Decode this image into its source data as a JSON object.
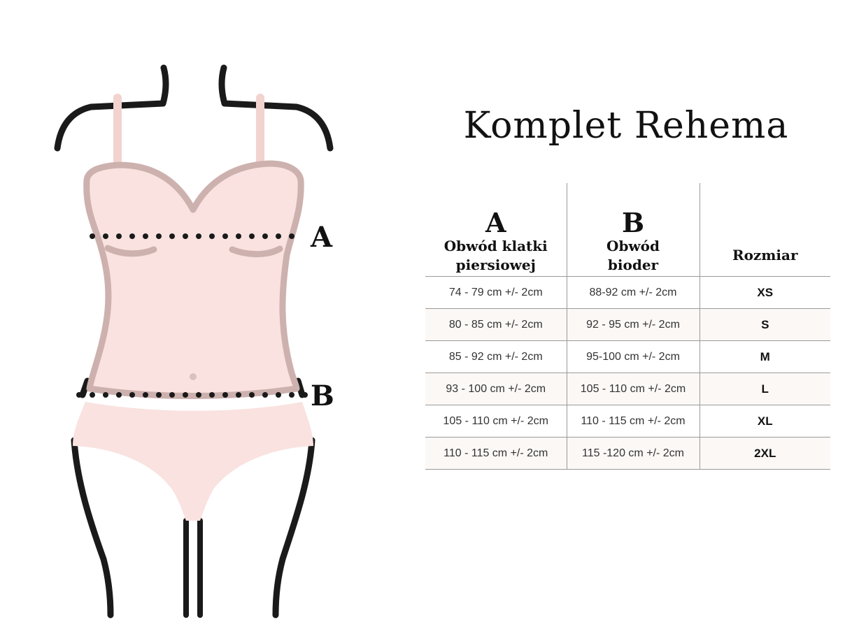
{
  "title": "Komplet Rehema",
  "figure": {
    "marker_a": "A",
    "marker_b": "B"
  },
  "table": {
    "headers": [
      {
        "letter": "A",
        "lines": [
          "Obwód klatki",
          "piersiowej"
        ]
      },
      {
        "letter": "B",
        "lines": [
          "Obwód",
          "bioder"
        ]
      },
      {
        "letter": "",
        "lines": [
          "Rozmiar"
        ]
      }
    ],
    "rows": [
      {
        "a": "74 - 79 cm +/- 2cm",
        "b": "88-92 cm +/- 2cm",
        "size": "XS"
      },
      {
        "a": "80 - 85 cm +/- 2cm",
        "b": "92 - 95 cm +/- 2cm",
        "size": "S"
      },
      {
        "a": "85 - 92 cm +/- 2cm",
        "b": "95-100 cm +/- 2cm",
        "size": "M"
      },
      {
        "a": "93 - 100 cm +/- 2cm",
        "b": "105 - 110 cm +/- 2cm",
        "size": "L"
      },
      {
        "a": "105 - 110 cm +/- 2cm",
        "b": "110 - 115 cm +/- 2cm",
        "size": "XL"
      },
      {
        "a": "110 - 115 cm +/- 2cm",
        "b": "115 -120 cm +/- 2cm",
        "size": "2XL"
      }
    ]
  },
  "colors": {
    "garment_fill": "#f9e2df",
    "garment_outline": "#cdb1ae",
    "body_outline": "#1a1a1a",
    "strap": "#f2d3cf",
    "measure_dots": "#1a1a1a"
  }
}
